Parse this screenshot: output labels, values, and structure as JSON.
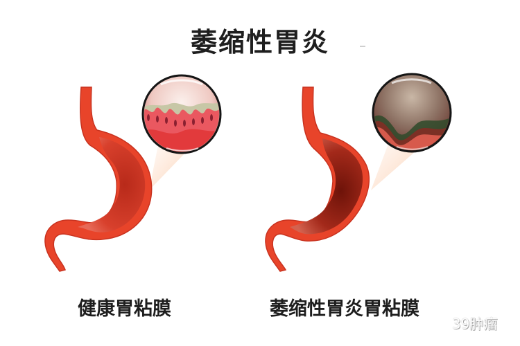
{
  "title": "萎缩性胃炎",
  "panels": [
    {
      "label": "健康胃粘膜",
      "state": "healthy",
      "colors": {
        "stomach": "#e8442a",
        "inner": "#c9301f",
        "magnifier_tissue": "#e8474a",
        "magnifier_bg": "#f6e0dc"
      }
    },
    {
      "label": "萎缩性胃炎胃粘膜",
      "state": "atrophic",
      "colors": {
        "stomach": "#e8442a",
        "inner": "#8e1e12",
        "magnifier_tissue": "#2e4a2a",
        "magnifier_bg": "#b7a093"
      }
    }
  ],
  "watermark": "39肿瘤",
  "icons": [
    "stomach-illustration",
    "magnifier-lens",
    "magnifier-beam"
  ]
}
